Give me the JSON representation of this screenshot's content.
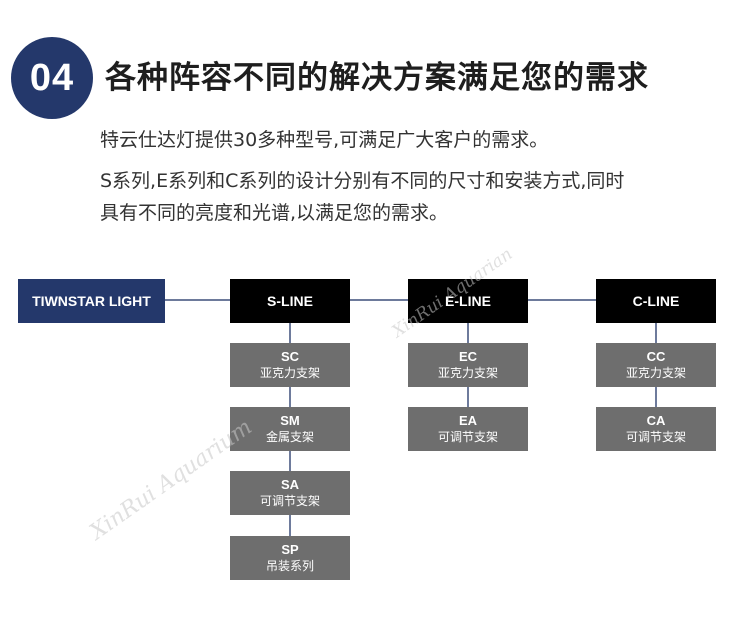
{
  "header": {
    "number": "04",
    "title": "各种阵容不同的解决方案满足您的需求",
    "desc_line1": "特云仕达灯提供30多种型号,可满足广大客户的需求。",
    "desc_line2": "S系列,E系列和C系列的设计分别有不同的尺寸和安装方式,同时",
    "desc_line3": "具有不同的亮度和光谱,以满足您的需求。"
  },
  "diagram": {
    "root": "TIWNSTAR LIGHT",
    "lines": [
      {
        "label": "S-LINE",
        "items": [
          {
            "code": "SC",
            "name": "亚克力支架"
          },
          {
            "code": "SM",
            "name": "金属支架"
          },
          {
            "code": "SA",
            "name": "可调节支架"
          },
          {
            "code": "SP",
            "name": "吊装系列"
          }
        ]
      },
      {
        "label": "E-LINE",
        "items": [
          {
            "code": "EC",
            "name": "亚克力支架"
          },
          {
            "code": "EA",
            "name": "可调节支架"
          }
        ]
      },
      {
        "label": "C-LINE",
        "items": [
          {
            "code": "CC",
            "name": "亚克力支架"
          },
          {
            "code": "CA",
            "name": "可调节支架"
          }
        ]
      }
    ]
  },
  "watermark": {
    "text": "XinRui Aquarium",
    "text_short": "XinRui Aquarian"
  },
  "colors": {
    "navy": "#24386b",
    "black": "#000000",
    "gray_box": "#6e6e6e",
    "connector": "#3d4f7a"
  }
}
